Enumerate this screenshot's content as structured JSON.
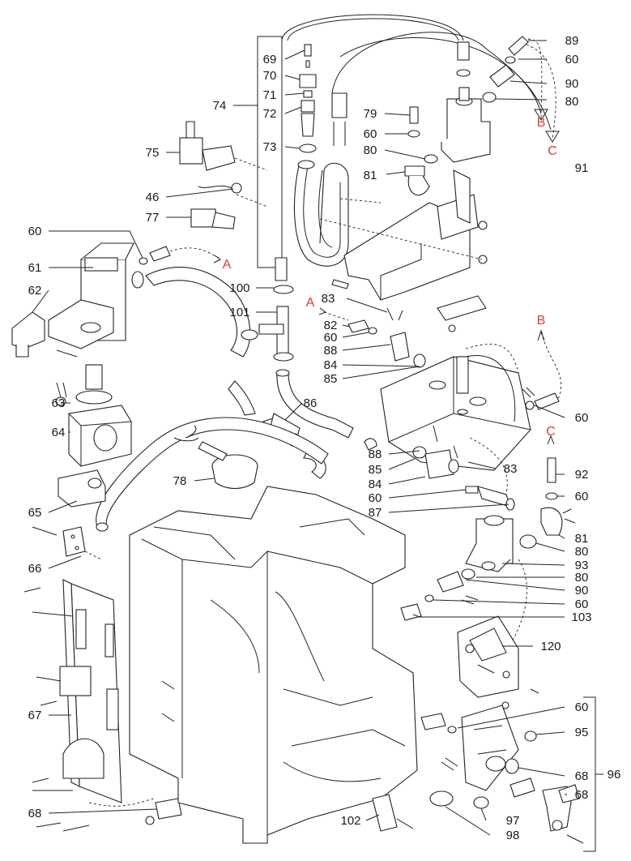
{
  "part_labels": {
    "p89": "89",
    "p60a": "60",
    "p90a": "90",
    "p80a": "80",
    "p69": "69",
    "p70": "70",
    "p71": "71",
    "p72": "72",
    "p74": "74",
    "p79": "79",
    "p73": "73",
    "p60b": "60",
    "p80b": "80",
    "p91": "91",
    "p75": "75",
    "p81a": "81",
    "p46": "46",
    "p77": "77",
    "p60c": "60",
    "p61": "61",
    "p62": "62",
    "p100": "100",
    "p83a": "83",
    "p101": "101",
    "p82": "82",
    "p60d": "60",
    "p88a": "88",
    "p84a": "84",
    "p85a": "85",
    "p63": "63",
    "p86": "86",
    "p64": "64",
    "p60e": "60",
    "p88b": "88",
    "p85b": "85",
    "p83b": "83",
    "p78": "78",
    "p92": "92",
    "p84b": "84",
    "p60f": "60",
    "p65": "65",
    "p60g": "60",
    "p87": "87",
    "p81b": "81",
    "p66": "66",
    "p80c": "80",
    "p93": "93",
    "p80d": "80",
    "p90b": "90",
    "p60h": "60",
    "p103": "103",
    "p120": "120",
    "p67": "67",
    "p60i": "60",
    "p95": "95",
    "p96": "96",
    "p68a": "68",
    "p68b": "68",
    "p68c": "68",
    "p97": "97",
    "p102": "102",
    "p98": "98"
  },
  "flow_refs": {
    "B_top": "B",
    "C_top": "C",
    "A_left": "A",
    "A_mid": "A",
    "B_right": "B",
    "C_right": "C"
  },
  "colors": {
    "reference_letter": "#d8412f",
    "line_art": "#222222"
  }
}
